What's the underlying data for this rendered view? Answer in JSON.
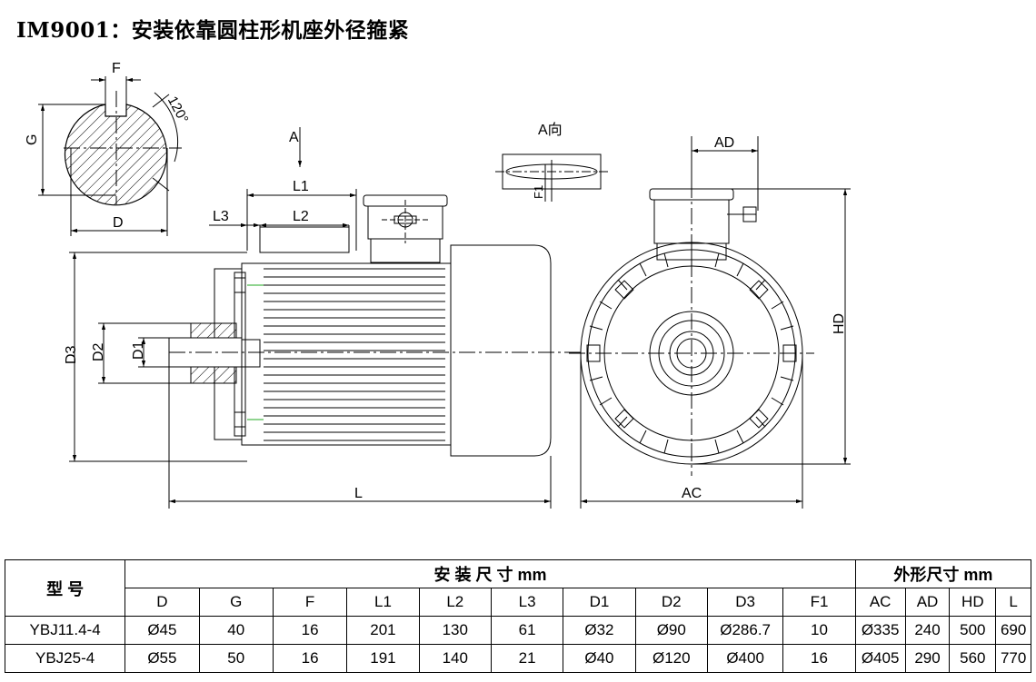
{
  "title": "IM9001：安装依靠圆柱形机座外径箍紧",
  "drawing": {
    "labels": {
      "F_key": "F",
      "angle": "120°",
      "G": "G",
      "D": "D",
      "A_arrow": "A",
      "L1": "L1",
      "L2": "L2",
      "L3": "L3",
      "D3": "D3",
      "D2": "D2",
      "D1": "D1",
      "L": "L",
      "A_view": "A向",
      "F1": "F1",
      "AD": "AD",
      "HD": "HD",
      "AC": "AC"
    }
  },
  "table": {
    "model_header": "型 号",
    "install_header": "安 装 尺 寸 mm",
    "outline_header": "外形尺寸 mm",
    "columns": [
      "D",
      "G",
      "F",
      "L1",
      "L2",
      "L3",
      "D1",
      "D2",
      "D3",
      "F1",
      "AC",
      "AD",
      "HD",
      "L"
    ],
    "rows": [
      [
        "YBJ11.4-4",
        "Ø45",
        "40",
        "16",
        "201",
        "130",
        "61",
        "Ø32",
        "Ø90",
        "Ø286.7",
        "10",
        "Ø335",
        "240",
        "500",
        "690"
      ],
      [
        "YBJ25-4",
        "Ø55",
        "50",
        "16",
        "191",
        "140",
        "21",
        "Ø40",
        "Ø120",
        "Ø400",
        "16",
        "Ø405",
        "290",
        "560",
        "770"
      ]
    ]
  }
}
